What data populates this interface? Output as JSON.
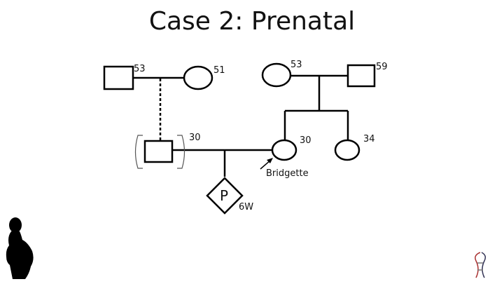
{
  "title": "Case 2: Prenatal",
  "pedigree": {
    "paternal_grandfather": {
      "age": "53",
      "shape": "square"
    },
    "paternal_grandmother": {
      "age": "51",
      "shape": "circle"
    },
    "maternal_grandmother": {
      "age": "53",
      "shape": "circle"
    },
    "maternal_grandfather": {
      "age": "59",
      "shape": "square"
    },
    "father": {
      "age": "30",
      "shape": "square",
      "note": "bracketed (adopted)"
    },
    "mother": {
      "age": "30",
      "shape": "circle",
      "name": "Bridgette",
      "proband": true
    },
    "aunt": {
      "age": "34",
      "shape": "circle"
    },
    "pregnancy": {
      "symbol": "P",
      "gestation": "6W",
      "shape": "diamond"
    }
  },
  "icons": [
    "pregnant-woman-silhouette-icon",
    "dna-logo-icon"
  ]
}
